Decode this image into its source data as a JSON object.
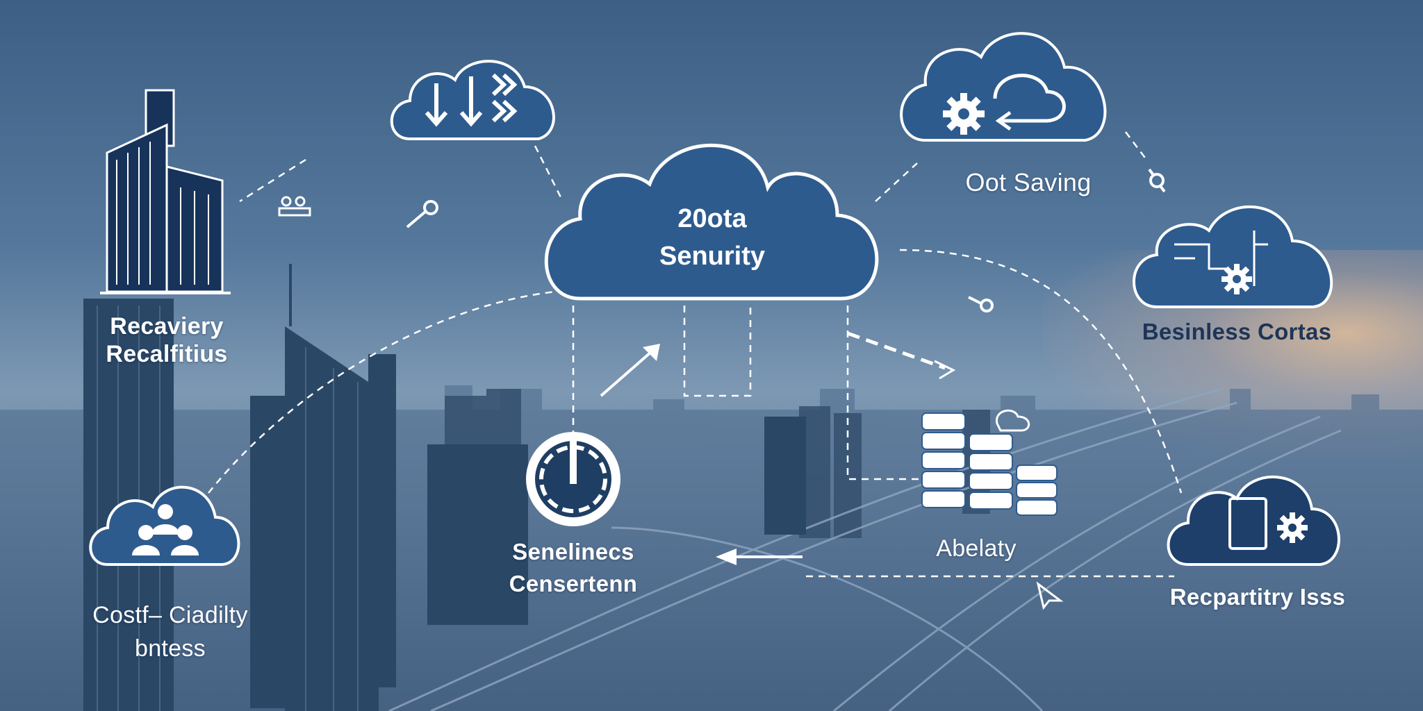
{
  "center_cloud": {
    "line1": "20ota",
    "line2": "Senurity"
  },
  "labels": {
    "recovery_1": "Recaviery",
    "recovery_2": "Recalfitius",
    "cost_saving": "Oot Saving",
    "business": "Besinless Cortas",
    "services_1": "Senelinecs",
    "services_2": "Censertenn",
    "ability": "Abelaty",
    "repartitry": "Recpartitry Isss",
    "cost_capacity_1": "Costf– Ciadilty",
    "cost_capacity_2": "bntess"
  },
  "icons": [
    "cloud-transfer-icon",
    "cloud-gear-sync-icon",
    "cloud-network-gear-icon",
    "cloud-users-icon",
    "cloud-tablet-gear-icon",
    "office-building-icon",
    "gauge-icon",
    "database-stack-icon",
    "growth-arrow-icon"
  ],
  "colors": {
    "cloud_fill": "#2e5b8e",
    "cloud_stroke": "#ffffff",
    "label_white": "#ffffff",
    "label_dark": "#1d3557"
  }
}
